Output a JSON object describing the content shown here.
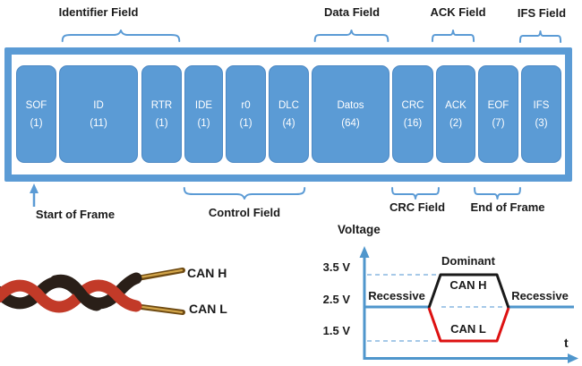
{
  "colors": {
    "accent_blue": "#5b9bd5",
    "block_fill": "#5b9bd5",
    "block_edge": "#4c88c4",
    "axis_blue": "#4f96cc",
    "dashed_blue": "#a6c9e8",
    "can_h_line": "#1a1a1a",
    "can_l_line": "#dd1111",
    "wire_black": "#2a1f18",
    "wire_red": "#c23a28",
    "copper_dark": "#6e4a12",
    "copper_light": "#d2a54a",
    "block_text": "#ffffff"
  },
  "frame": {
    "top_fields": [
      {
        "label": "Identifier Field"
      },
      {
        "label": "Data Field"
      },
      {
        "label": "ACK Field"
      },
      {
        "label": "IFS Field"
      }
    ],
    "blocks": [
      {
        "name": "SOF",
        "bits": "(1)"
      },
      {
        "name": "ID",
        "bits": "(11)"
      },
      {
        "name": "RTR",
        "bits": "(1)"
      },
      {
        "name": "IDE",
        "bits": "(1)"
      },
      {
        "name": "r0",
        "bits": "(1)"
      },
      {
        "name": "DLC",
        "bits": "(4)"
      },
      {
        "name": "Datos",
        "bits": "(64)"
      },
      {
        "name": "CRC",
        "bits": "(16)"
      },
      {
        "name": "ACK",
        "bits": "(2)"
      },
      {
        "name": "EOF",
        "bits": "(7)"
      },
      {
        "name": "IFS",
        "bits": "(3)"
      }
    ],
    "annotations": {
      "start_of_frame": "Start of Frame",
      "control_field": "Control Field",
      "crc_field": "CRC Field",
      "end_of_frame": "End of Frame"
    }
  },
  "wire": {
    "top_label": "CAN H",
    "bottom_label": "CAN L"
  },
  "voltage_chart": {
    "type": "line",
    "ylabel": "Voltage",
    "xlabel": "t",
    "yticks": [
      {
        "label": "3.5 V",
        "value": 3.5
      },
      {
        "label": "2.5 V",
        "value": 2.5
      },
      {
        "label": "1.5 V",
        "value": 1.5
      }
    ],
    "annotations": {
      "dominant": "Dominant",
      "can_h": "CAN H",
      "can_l": "CAN L",
      "recessive_left": "Recessive",
      "recessive_right": "Recessive"
    },
    "series": [
      {
        "name": "CAN H",
        "color": "#1a1a1a",
        "recessive_v": 2.5,
        "dominant_v": 3.5
      },
      {
        "name": "CAN L",
        "color": "#dd1111",
        "recessive_v": 2.5,
        "dominant_v": 1.5
      }
    ]
  }
}
